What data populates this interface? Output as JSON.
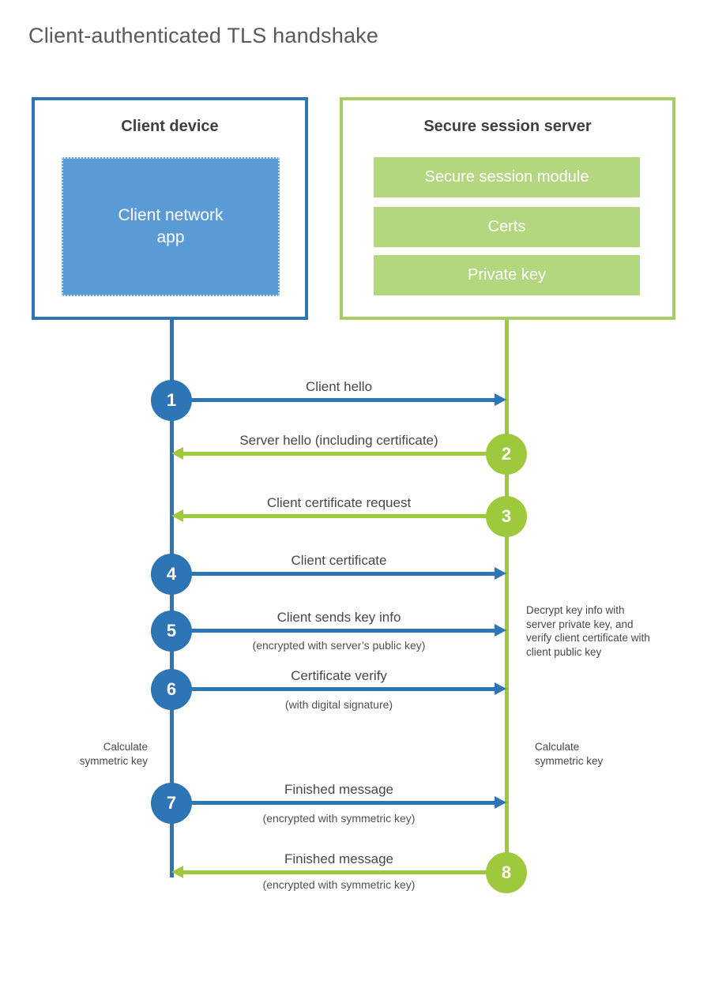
{
  "title": "Client-authenticated TLS handshake",
  "colors": {
    "blue": "#2e75b6",
    "blue_fill": "#5b9bd5",
    "green": "#9fc93c",
    "green_box_border": "#a6ce63",
    "green_fill": "#b3d77e"
  },
  "client_box": {
    "title": "Client device",
    "app_label": "Client network app"
  },
  "server_box": {
    "title": "Secure session server",
    "modules": [
      "Secure session module",
      "Certs",
      "Private key"
    ]
  },
  "steps": [
    {
      "num": "1",
      "label": "Client hello",
      "sub": "",
      "direction": "right",
      "color": "blue"
    },
    {
      "num": "2",
      "label": "Server hello (including certificate)",
      "sub": "",
      "direction": "left",
      "color": "green"
    },
    {
      "num": "3",
      "label": "Client certificate request",
      "sub": "",
      "direction": "left",
      "color": "green"
    },
    {
      "num": "4",
      "label": "Client certificate",
      "sub": "",
      "direction": "right",
      "color": "blue"
    },
    {
      "num": "5",
      "label": "Client sends key info",
      "sub": "(encrypted with server’s public key)",
      "direction": "right",
      "color": "blue"
    },
    {
      "num": "6",
      "label": "Certificate verify",
      "sub": "(with digital signature)",
      "direction": "right",
      "color": "blue"
    },
    {
      "num": "7",
      "label": "Finished message",
      "sub": "(encrypted with symmetric key)",
      "direction": "right",
      "color": "blue"
    },
    {
      "num": "8",
      "label": "Finished message",
      "sub": "(encrypted with symmetric key)",
      "direction": "left",
      "color": "green"
    }
  ],
  "notes": {
    "server_decrypt": "Decrypt key info with server private key, and verify client certificate with client public key",
    "client_calculate": "Calculate symmetric key",
    "server_calculate": "Calculate symmetric key"
  }
}
